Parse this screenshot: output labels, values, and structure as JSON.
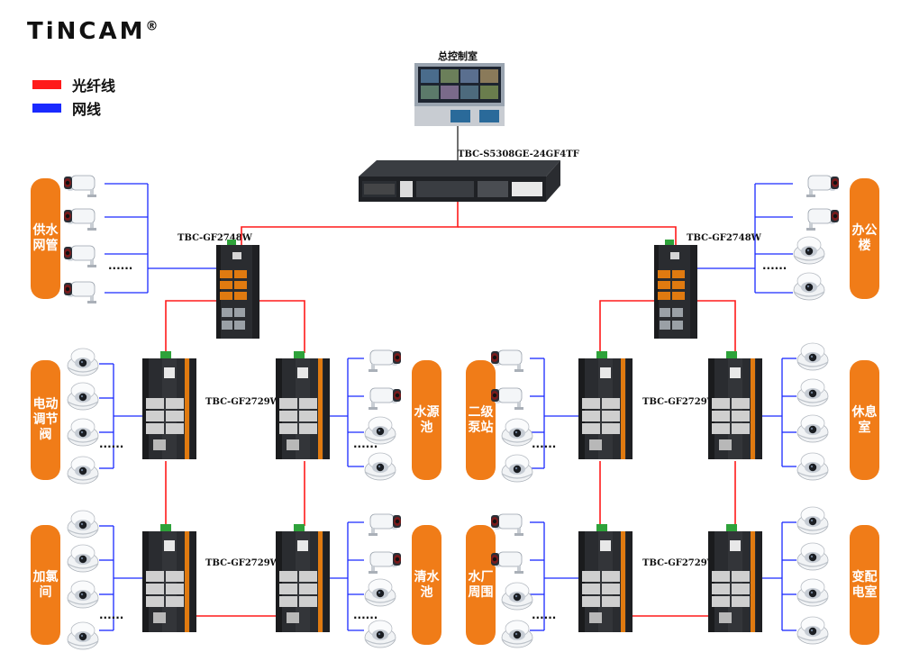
{
  "brand": {
    "name": "TiNCAM",
    "registered": "®"
  },
  "legend": [
    {
      "label": "光纤线",
      "color": "#ff1a1a"
    },
    {
      "label": "网线",
      "color": "#1a2aff"
    }
  ],
  "control_room": {
    "label": "总控制室"
  },
  "core_switch": {
    "model": "TBC-S5308GE-24GF4TF"
  },
  "ring_switches": {
    "left_model": "TBC-GF2748W",
    "right_model": "TBC-GF2748W"
  },
  "access_switches": {
    "model_tl": "TBC-GF2729W",
    "model_bl": "TBC-GF2729W",
    "model_tr": "TBC-GF2729W",
    "model_br": "TBC-GF2729W"
  },
  "areas": {
    "water_pipe": "供水网管",
    "office": "办公楼",
    "valve": "电动调节阀",
    "water_source": "水源池",
    "pump_station": "二级泵站",
    "rest_room": "休息室",
    "chlorination": "加氯间",
    "clear_pool": "清水池",
    "plant_perimeter": "水厂周围",
    "substation": "变配电室"
  },
  "more_marker": "······",
  "colors": {
    "fiber": "#ff1a1a",
    "ethernet": "#1a2aff",
    "area_badge": "#f07c18"
  },
  "icons": {
    "bullet_camera": "bullet-camera-icon",
    "dome_camera": "dome-camera-icon",
    "industrial_switch": "industrial-switch-icon",
    "rack_switch": "rack-switch-icon",
    "monitor_wall": "monitor-wall-icon"
  }
}
